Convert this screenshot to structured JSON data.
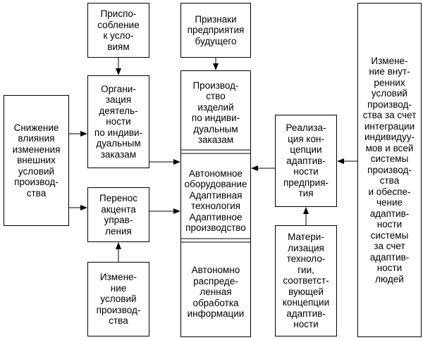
{
  "boxes": {
    "adaptation": "Приспо-\nсобление\nк усло-\nвиям",
    "future_features": "Признаки\nпредприятия\nбудущего",
    "internal_change": "Измене-\nние внут-\nренних\nусловий\nпроизвод-\nства за счет\nинтеграции\nиндивидуу-\nмов и всей\nсистемы\nпроизвод-\nства\nи обеспе-\nчение\nадаптив-\nности\nсистемы\nза счет\nадаптив-\nности\nлюдей",
    "reduce_influence": "Снижение\nвлияния\nизменения\nвнешних\nусловий\nпроизвод-\nства",
    "organization": "Органи-\nзация\nдеятель-\nности\nпо индиви-\nдуальным\nзаказам",
    "shift_management": "Перенос\nакцента\nуправ-\nления",
    "condition_change": "Измене-\nние\nусловий\nпроизвод-\nства",
    "concept_realization": "Реализа-\nция кон-\nцепции\nадаптив-\nности\nпредприя-\nтия",
    "materialization": "Матери-\nлизация\nтехноло-\nгии,\nсоответст-\nвующей\nконцепции\nадаптив-\nности"
  },
  "central": {
    "production": "Производ-\nство\nизделий\nпо индиви-\nдуальным\nзаказам",
    "autonomous": "Автономное\nоборудование\nАдаптивная\nтехнология\nАдаптивное\nпроизводство",
    "distributed": "Автономно\nраспреде-\nленная\nобработка\nинформации"
  }
}
